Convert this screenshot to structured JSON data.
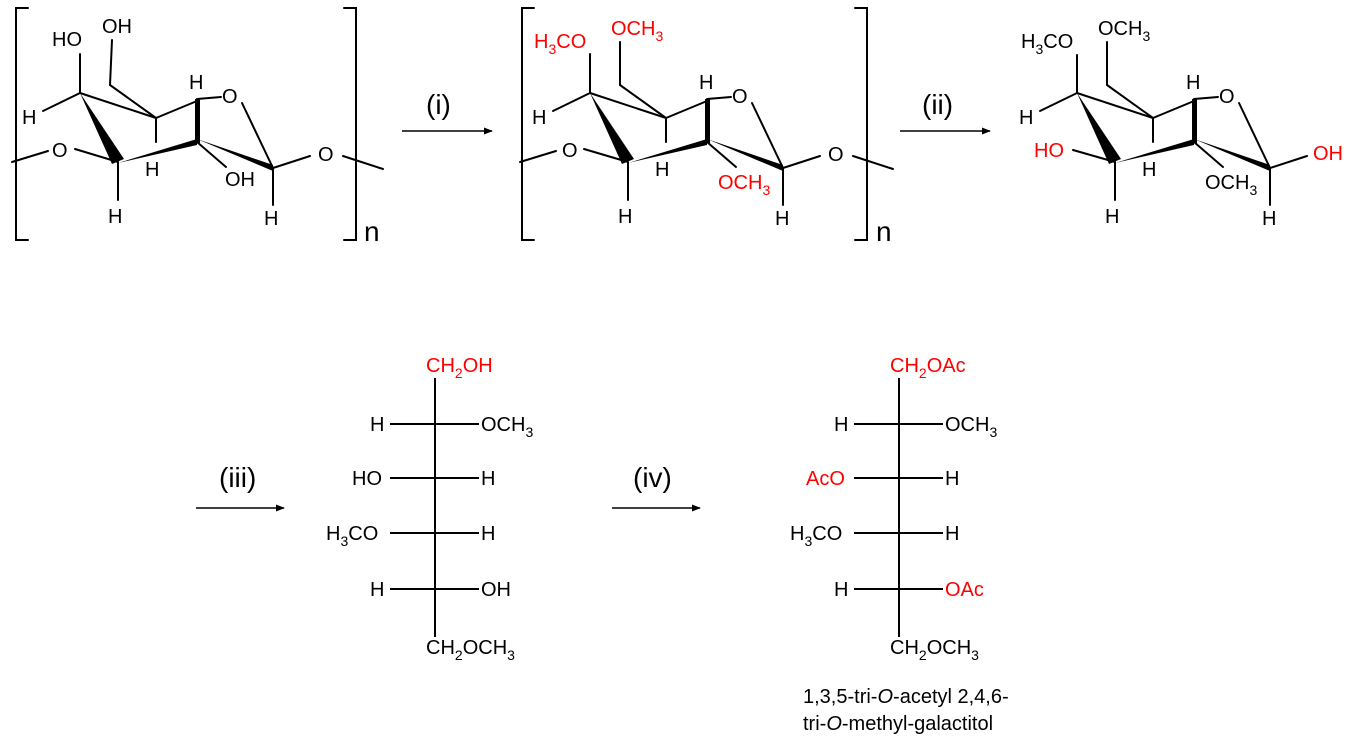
{
  "steps": {
    "i": "(i)",
    "ii": "(ii)",
    "iii": "(iii)",
    "iv": "(iv)"
  },
  "repeat_subscript": "n",
  "atoms": {
    "H": "H",
    "O": "O",
    "HO": "HO",
    "OH": "OH",
    "OCH3": "OCH3",
    "H3CO": "H3CO",
    "AcO": "AcO",
    "OAc": "OAc",
    "CH2OH": "CH2OH",
    "CH2OAc": "CH2OAc",
    "CH2OCH3": "CH2OCH3"
  },
  "caption": {
    "line1_before": "1,3,5-tri-",
    "line1_italic": "O",
    "line1_after": "-acetyl 2,4,6-",
    "line2_before": "tri-",
    "line2_italic": "O",
    "line2_after": "-methyl-galactitol"
  },
  "colors": {
    "default": "#000000",
    "highlight": "#ff0000"
  }
}
